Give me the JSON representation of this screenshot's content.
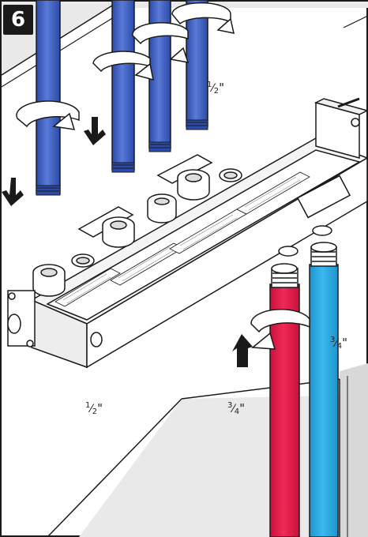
{
  "step": {
    "number": "6"
  },
  "labels": {
    "top_inlet": {
      "num": "1",
      "den": "2",
      "suffix": "\""
    },
    "bottom_left_outlet": {
      "num": "1",
      "den": "2",
      "suffix": "\""
    },
    "bottom_mid_outlet": {
      "num": "3",
      "den": "4",
      "suffix": "\""
    },
    "right_supply": {
      "num": "3",
      "den": "4",
      "suffix": "\""
    }
  },
  "colors": {
    "outlet_pipe": "#3a5cc0",
    "hot_pipe": "#e8174a",
    "cold_pipe": "#26a7e0",
    "wall": "#e9e9e9",
    "outline": "#1a1a1a"
  },
  "icons": [
    "down-arrow-icon",
    "up-arrow-icon",
    "rotate-arrow-icon"
  ]
}
